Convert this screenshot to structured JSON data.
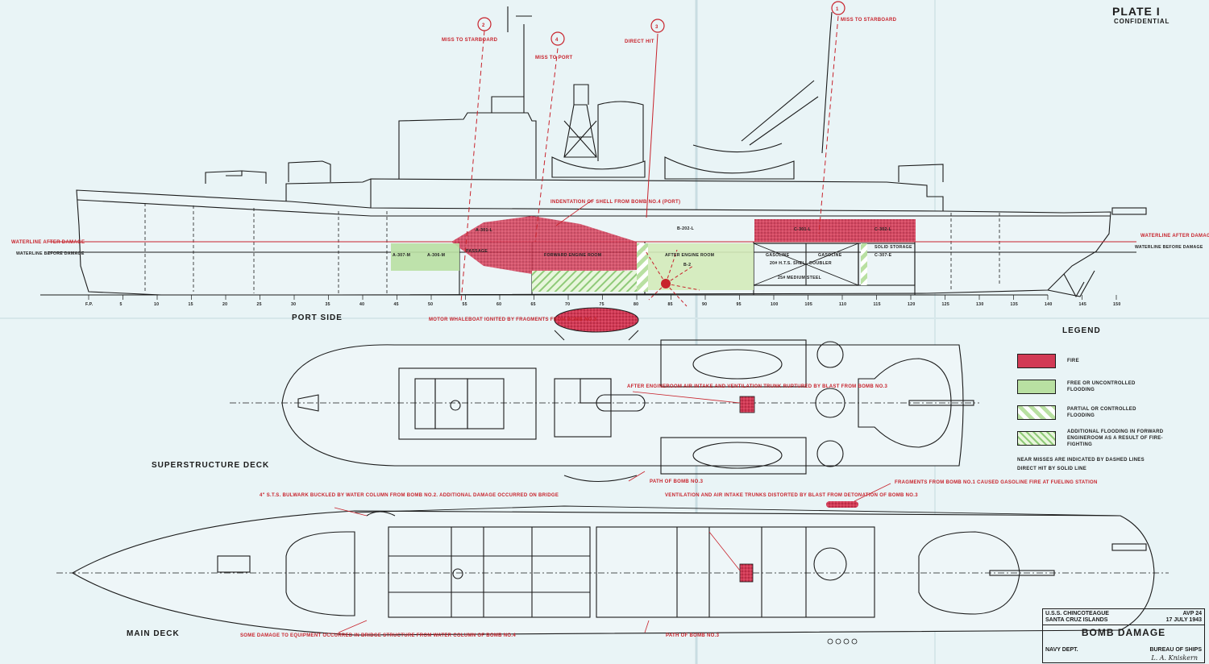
{
  "plate": {
    "title": "PLATE I",
    "classification": "CONFIDENTIAL"
  },
  "colors": {
    "fire": "#d23a55",
    "flooding": "#b9e0a2",
    "ink": "#1b1b1b",
    "annotation_red": "#c8232c",
    "paper": "#e9f4f6"
  },
  "title_block": {
    "ship": "U.S.S. CHINCOTEAGUE",
    "location": "SANTA CRUZ ISLANDS",
    "hull": "AVP 24",
    "date": "17 JULY 1943",
    "subject": "BOMB DAMAGE",
    "dept": "NAVY DEPT.",
    "bureau": "BUREAU OF SHIPS",
    "signature": "L. A. Kniskern"
  },
  "views": {
    "port_side": "PORT SIDE",
    "superstructure_deck": "SUPERSTRUCTURE DECK",
    "main_deck": "MAIN DECK"
  },
  "waterlines": {
    "after_damage": "WATERLINE AFTER DAMAGE",
    "before_damage": "WATERLINE BEFORE DAMAGE"
  },
  "bomb_markers": [
    {
      "num": "2",
      "label": "MISS TO STARBOARD"
    },
    {
      "num": "4",
      "label": "MISS TO PORT"
    },
    {
      "num": "3",
      "label": "DIRECT  HIT"
    },
    {
      "num": "1",
      "label": "MISS TO STARBOARD"
    }
  ],
  "legend": {
    "title": "LEGEND",
    "items": [
      {
        "label": "FIRE",
        "type": "fire"
      },
      {
        "label": "FREE OR UNCONTROLLED FLOODING",
        "type": "flood"
      },
      {
        "label": "PARTIAL OR CONTROLLED FLOODING",
        "type": "partial"
      },
      {
        "label": "ADDITIONAL FLOODING IN FORWARD ENGINEROOM AS A RESULT OF FIRE-FIGHTING",
        "type": "additional"
      }
    ],
    "note1": "NEAR MISSES ARE INDICATED BY DASHED LINES",
    "note2": "DIRECT HIT BY SOLID LINE"
  },
  "compartments": {
    "a307m": "A-307-M",
    "a306m": "A-306-M",
    "passage": "PASSAGE",
    "forward_engine_room": "FORWARD ENGINE ROOM",
    "after_engine_room": "AFTER ENGINE ROOM",
    "a301l": "A-301-L",
    "b202l": "B-202-L",
    "c301l": "C-301-L",
    "c302l": "C-302-L",
    "gasoline1": "GASOLINE",
    "gasoline2": "GASOLINE",
    "sts_doubler": "20# H.T.S. SHELL DOUBLER",
    "medium_steel": "25# MEDIUM STEEL",
    "solid_storage": "SOLID STORAGE",
    "c307e": "C-307-E",
    "b2": "B-2"
  },
  "notes": {
    "indentation": "INDENTATION OF SHELL FROM BOMB NO.4 (PORT)",
    "whaleboat": "MOTOR WHALEBOAT IGNITED BY FRAGMENTS FROM BOMB NO.3",
    "air_intake": "AFTER ENGINEROOM AIR INTAKE AND VENTILATION TRUNK RUPTURED BY BLAST FROM BOMB NO.3",
    "path_bomb3_a": "PATH OF BOMB NO.3",
    "bulwark": "4\" S.T.S. BULWARK BUCKLED BY WATER COLUMN FROM BOMB NO.2. ADDITIONAL DAMAGE OCCURRED ON BRIDGE",
    "vent_trunks": "VENTILATION AND AIR INTAKE TRUNKS DISTORTED BY BLAST FROM DETONATION OF BOMB NO.3",
    "fragments_bomb1": "FRAGMENTS FROM BOMB NO.1 CAUSED GASOLINE FIRE AT FUELING STATION",
    "equipment_damage": "SOME DAMAGE TO EQUIPMENT OCCURRED IN BRIDGE STRUCTURE FROM WATER COLUMN OF BOMB NO.4",
    "path_bomb3_b": "PATH OF BOMB NO.3"
  },
  "frames": [
    "F.P.",
    "5",
    "10",
    "15",
    "20",
    "25",
    "30",
    "35",
    "40",
    "45",
    "50",
    "55",
    "60",
    "65",
    "70",
    "75",
    "80",
    "85",
    "90",
    "95",
    "100",
    "105",
    "110",
    "115",
    "120",
    "125",
    "130",
    "135",
    "140",
    "145",
    "150"
  ]
}
